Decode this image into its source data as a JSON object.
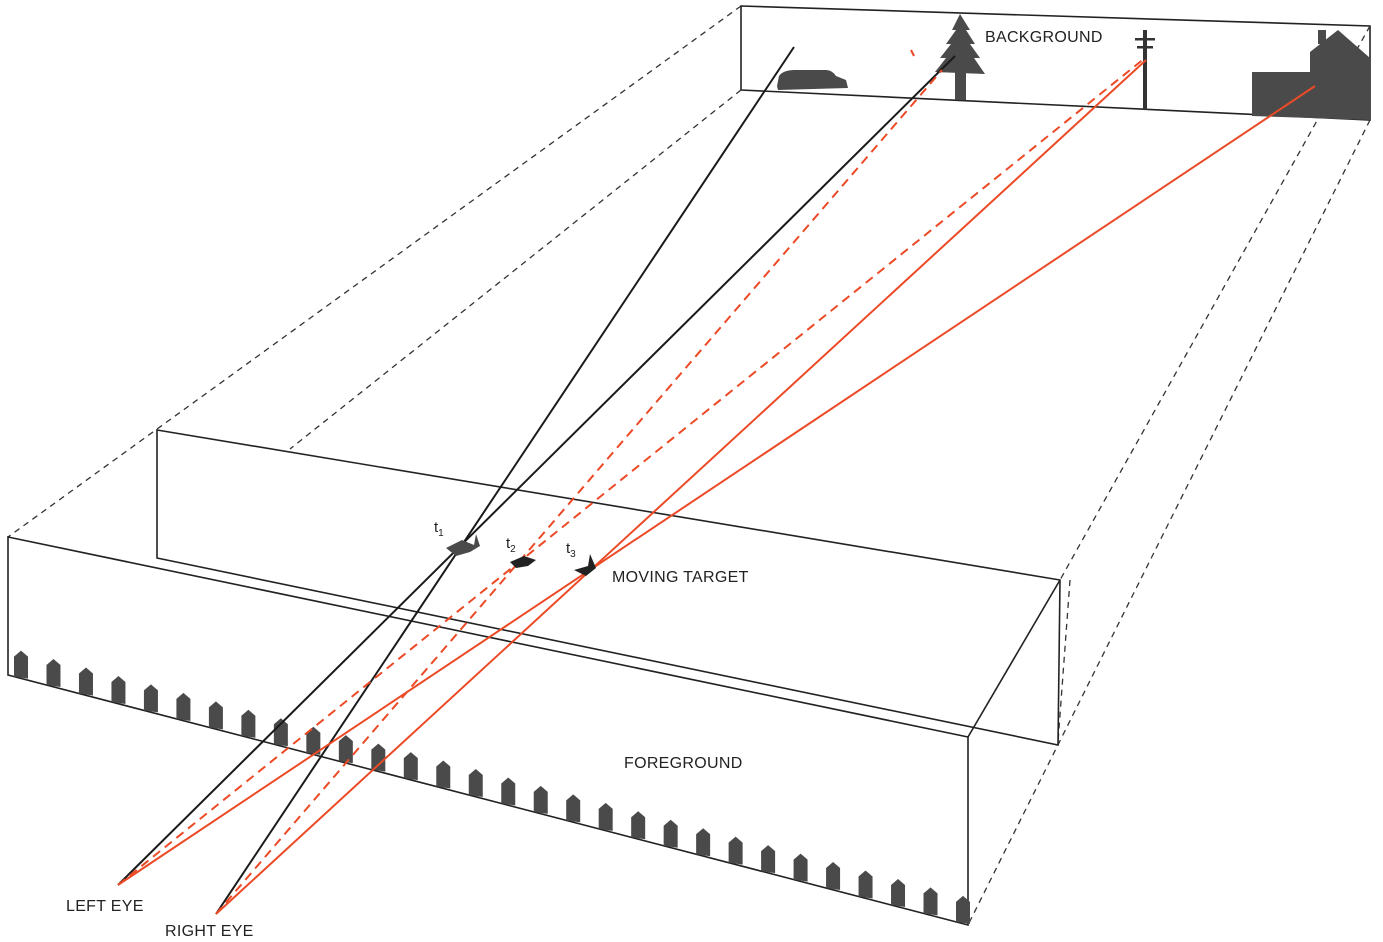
{
  "labels": {
    "background": "BACKGROUND",
    "moving_target": "MOVING TARGET",
    "foreground": "FOREGROUND",
    "left_eye": "LEFT EYE",
    "right_eye": "RIGHT EYE",
    "t1": "t",
    "t1_sub": "1",
    "t2": "t",
    "t2_sub": "2",
    "t3": "t",
    "t3_sub": "3"
  },
  "icons": [
    "car-icon",
    "tree-icon",
    "utility-pole-icon",
    "house-icon",
    "fence-picket-icon",
    "target-silhouette-icon"
  ],
  "colors": {
    "ray_black": "#1a1a1a",
    "ray_red": "#ec4a26",
    "silhouette": "#4a4a4a",
    "frame": "#222222"
  }
}
